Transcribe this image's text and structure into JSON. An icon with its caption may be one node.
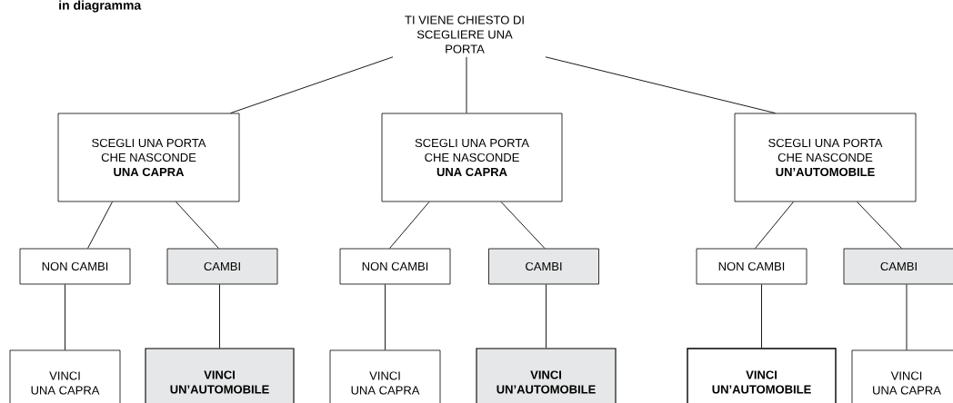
{
  "diagram": {
    "title": "in diagramma",
    "nodes": [
      {
        "text": [
          "TI VIENE CHIESTO DI SCEGLIERE UNA PORTA"
        ]
      },
      {
        "text": [
          "SCEGLI UNA PORTA CHE NASCONDE **UNA CAPRA**"
        ]
      },
      {
        "text": [
          "SCEGLI UNA PORTA CHE NASCONDE **UNA CAPRA**"
        ]
      },
      {
        "text": [
          "SCEGLI UNA PORTA CHE NASCONDE **UN’AUTOMOBILE**"
        ]
      },
      {
        "text": [
          "NON CAMBI"
        ]
      },
      {
        "text": [
          "CAMBI"
        ]
      },
      {
        "text": [
          "NON CAMBI"
        ]
      },
      {
        "text": [
          "CAMBI"
        ]
      },
      {
        "text": [
          "NON CAMBI"
        ]
      },
      {
        "text": [
          "CAMBI"
        ]
      },
      {
        "text": [
          "VINCI UNA CAPRA"
        ]
      },
      {
        "text": [
          "VINCI UN’AUTOMOBILE"
        ]
      },
      {
        "text": [
          "VINCI UNA CAPRA"
        ]
      },
      {
        "text": [
          "VINCI UN’AUTOMOBILE"
        ]
      },
      {
        "text": [
          "VINCI UN’AUTOMOBILE"
        ]
      },
      {
        "text": [
          "VINCI UNA CAPRA"
        ]
      }
    ],
    "edges": [
      {
        "from": 0,
        "to": 1,
        "arrow": "none"
      },
      {
        "from": 0,
        "to": 2,
        "arrow": "none"
      },
      {
        "from": 0,
        "to": 3,
        "arrow": "none"
      },
      {
        "from": 1,
        "to": 4,
        "arrow": "none"
      },
      {
        "from": 1,
        "to": 5,
        "arrow": "none"
      },
      {
        "from": 2,
        "to": 6,
        "arrow": "none"
      },
      {
        "from": 2,
        "to": 7,
        "arrow": "none"
      },
      {
        "from": 3,
        "to": 8,
        "arrow": "none"
      },
      {
        "from": 3,
        "to": 9,
        "arrow": "none"
      },
      {
        "from": 4,
        "to": 10,
        "arrow": "none"
      },
      {
        "from": 5,
        "to": 11,
        "arrow": "none"
      },
      {
        "from": 6,
        "to": 12,
        "arrow": "none"
      },
      {
        "from": 7,
        "to": 13,
        "arrow": "none"
      },
      {
        "from": 8,
        "to": 14,
        "arrow": "none"
      },
      {
        "from": 9,
        "to": 15,
        "arrow": "none"
      }
    ]
  }
}
